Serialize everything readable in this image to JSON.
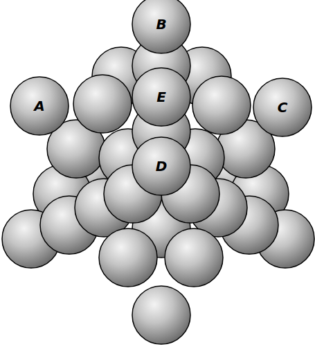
{
  "diagram": {
    "nodes": [
      {
        "text": [
          "B"
        ]
      },
      {
        "text": [
          "A"
        ]
      },
      {
        "text": [
          "E"
        ]
      },
      {
        "text": [
          "C"
        ]
      },
      {
        "text": [
          "D"
        ]
      }
    ]
  }
}
